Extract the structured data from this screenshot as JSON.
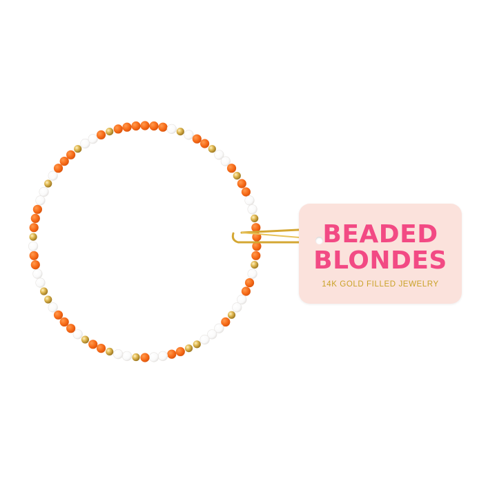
{
  "image": {
    "subject": "beaded-bracelet-with-tag",
    "background_color": "#ffffff",
    "bead_colors": {
      "orange": "#f76b18",
      "white": "#fbfbfb",
      "gold": "#d9b24a"
    },
    "tag_color": "#fbe2dc",
    "brand_color": "#f24a84",
    "subtitle_color": "#c9a227"
  },
  "tag": {
    "brand_line1": "BEADED",
    "brand_line2": "BLONDES",
    "subtitle": "14K GOLD FILLED JEWELRY"
  }
}
